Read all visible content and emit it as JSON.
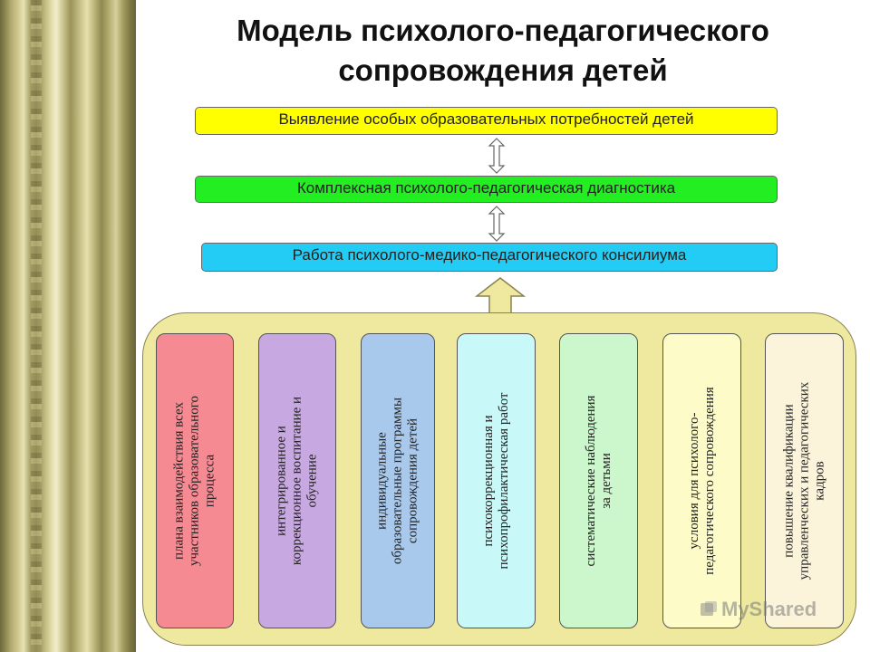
{
  "title": {
    "line1": "Модель психолого-педагогического",
    "line2": "сопровождения детей"
  },
  "levels": [
    {
      "label": "Выявление особых образовательных потребностей детей",
      "color": "#ffff00"
    },
    {
      "label": "Комплексная психолого-педагогическая диагностика",
      "color": "#22ee22"
    },
    {
      "label": "Работа психолого-медико-педагогического консилиума",
      "color": "#22ccf4"
    }
  ],
  "container_color": "#efe9a0",
  "cards": [
    {
      "text": "плана взаимодействия всех\nучастников образовательного\nпроцесса",
      "color": "#f58a93"
    },
    {
      "text": "интегрированное и\nкоррекционное воспитание и\nобучение",
      "color": "#c8a8e0"
    },
    {
      "text": "индивидуальные\nобразовательные программы\nсопровождения детей",
      "color": "#a8c8ec"
    },
    {
      "text": "психокоррекционная и\nпсихопрофилактическая работ",
      "color": "#c8f8f8"
    },
    {
      "text": "систематические наблюдения\nза детьми",
      "color": "#ccf7cc"
    },
    {
      "text": "условия для психолого-\nпедагогического сопровождения",
      "color": "#fdfcc8"
    },
    {
      "text": "повышение квалификации\nуправленческих и педагогических\nкадров",
      "color": "#fcf4da"
    }
  ],
  "watermark": "MyShared"
}
